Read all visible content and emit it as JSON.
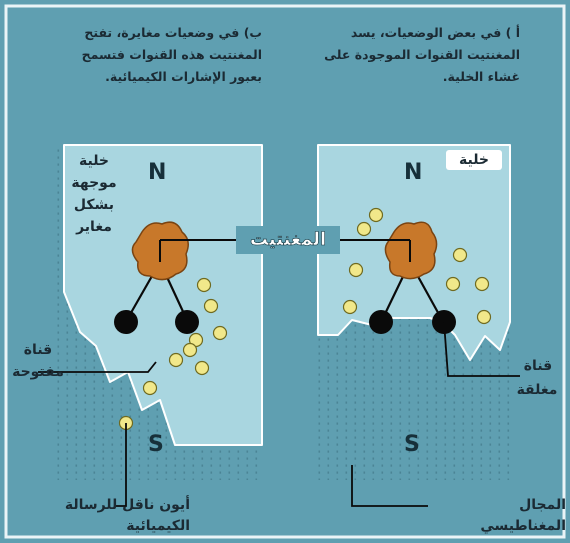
{
  "captions": {
    "a": "أ ) في بعض الوضعيات، يسد المغنتيت القنوات الموجودة على غشاء الخلية.",
    "b": "ب) في وضعيات مغايرة، تفتح المغنتيت هذه القنوات فتسمح بعبور الإشارات الكيميائية."
  },
  "labels": {
    "cell_right": "خلية",
    "cell_left_1": "خلية",
    "cell_left_2": "موجهة",
    "cell_left_3": "بشكل",
    "cell_left_4": "مغاير",
    "magnetite": "المغنتيت",
    "north_left": "N",
    "north_right": "N",
    "south_left": "S",
    "south_right": "S",
    "open_channel_1": "قناة",
    "open_channel_2": "مفتوحة",
    "closed_channel_1": "قناة",
    "closed_channel_2": "مغلقة",
    "ion": "أيون ناقل للرسالة الكيميائية",
    "field": "المجال المغناطيسي"
  },
  "colors": {
    "background": "#5f9fb1",
    "panel_border": "#eaf4f7",
    "cell": "#a9d6e0",
    "magnetite": "#c8782a",
    "ion": "#f1e88a",
    "channel": "#0a0a0a"
  }
}
